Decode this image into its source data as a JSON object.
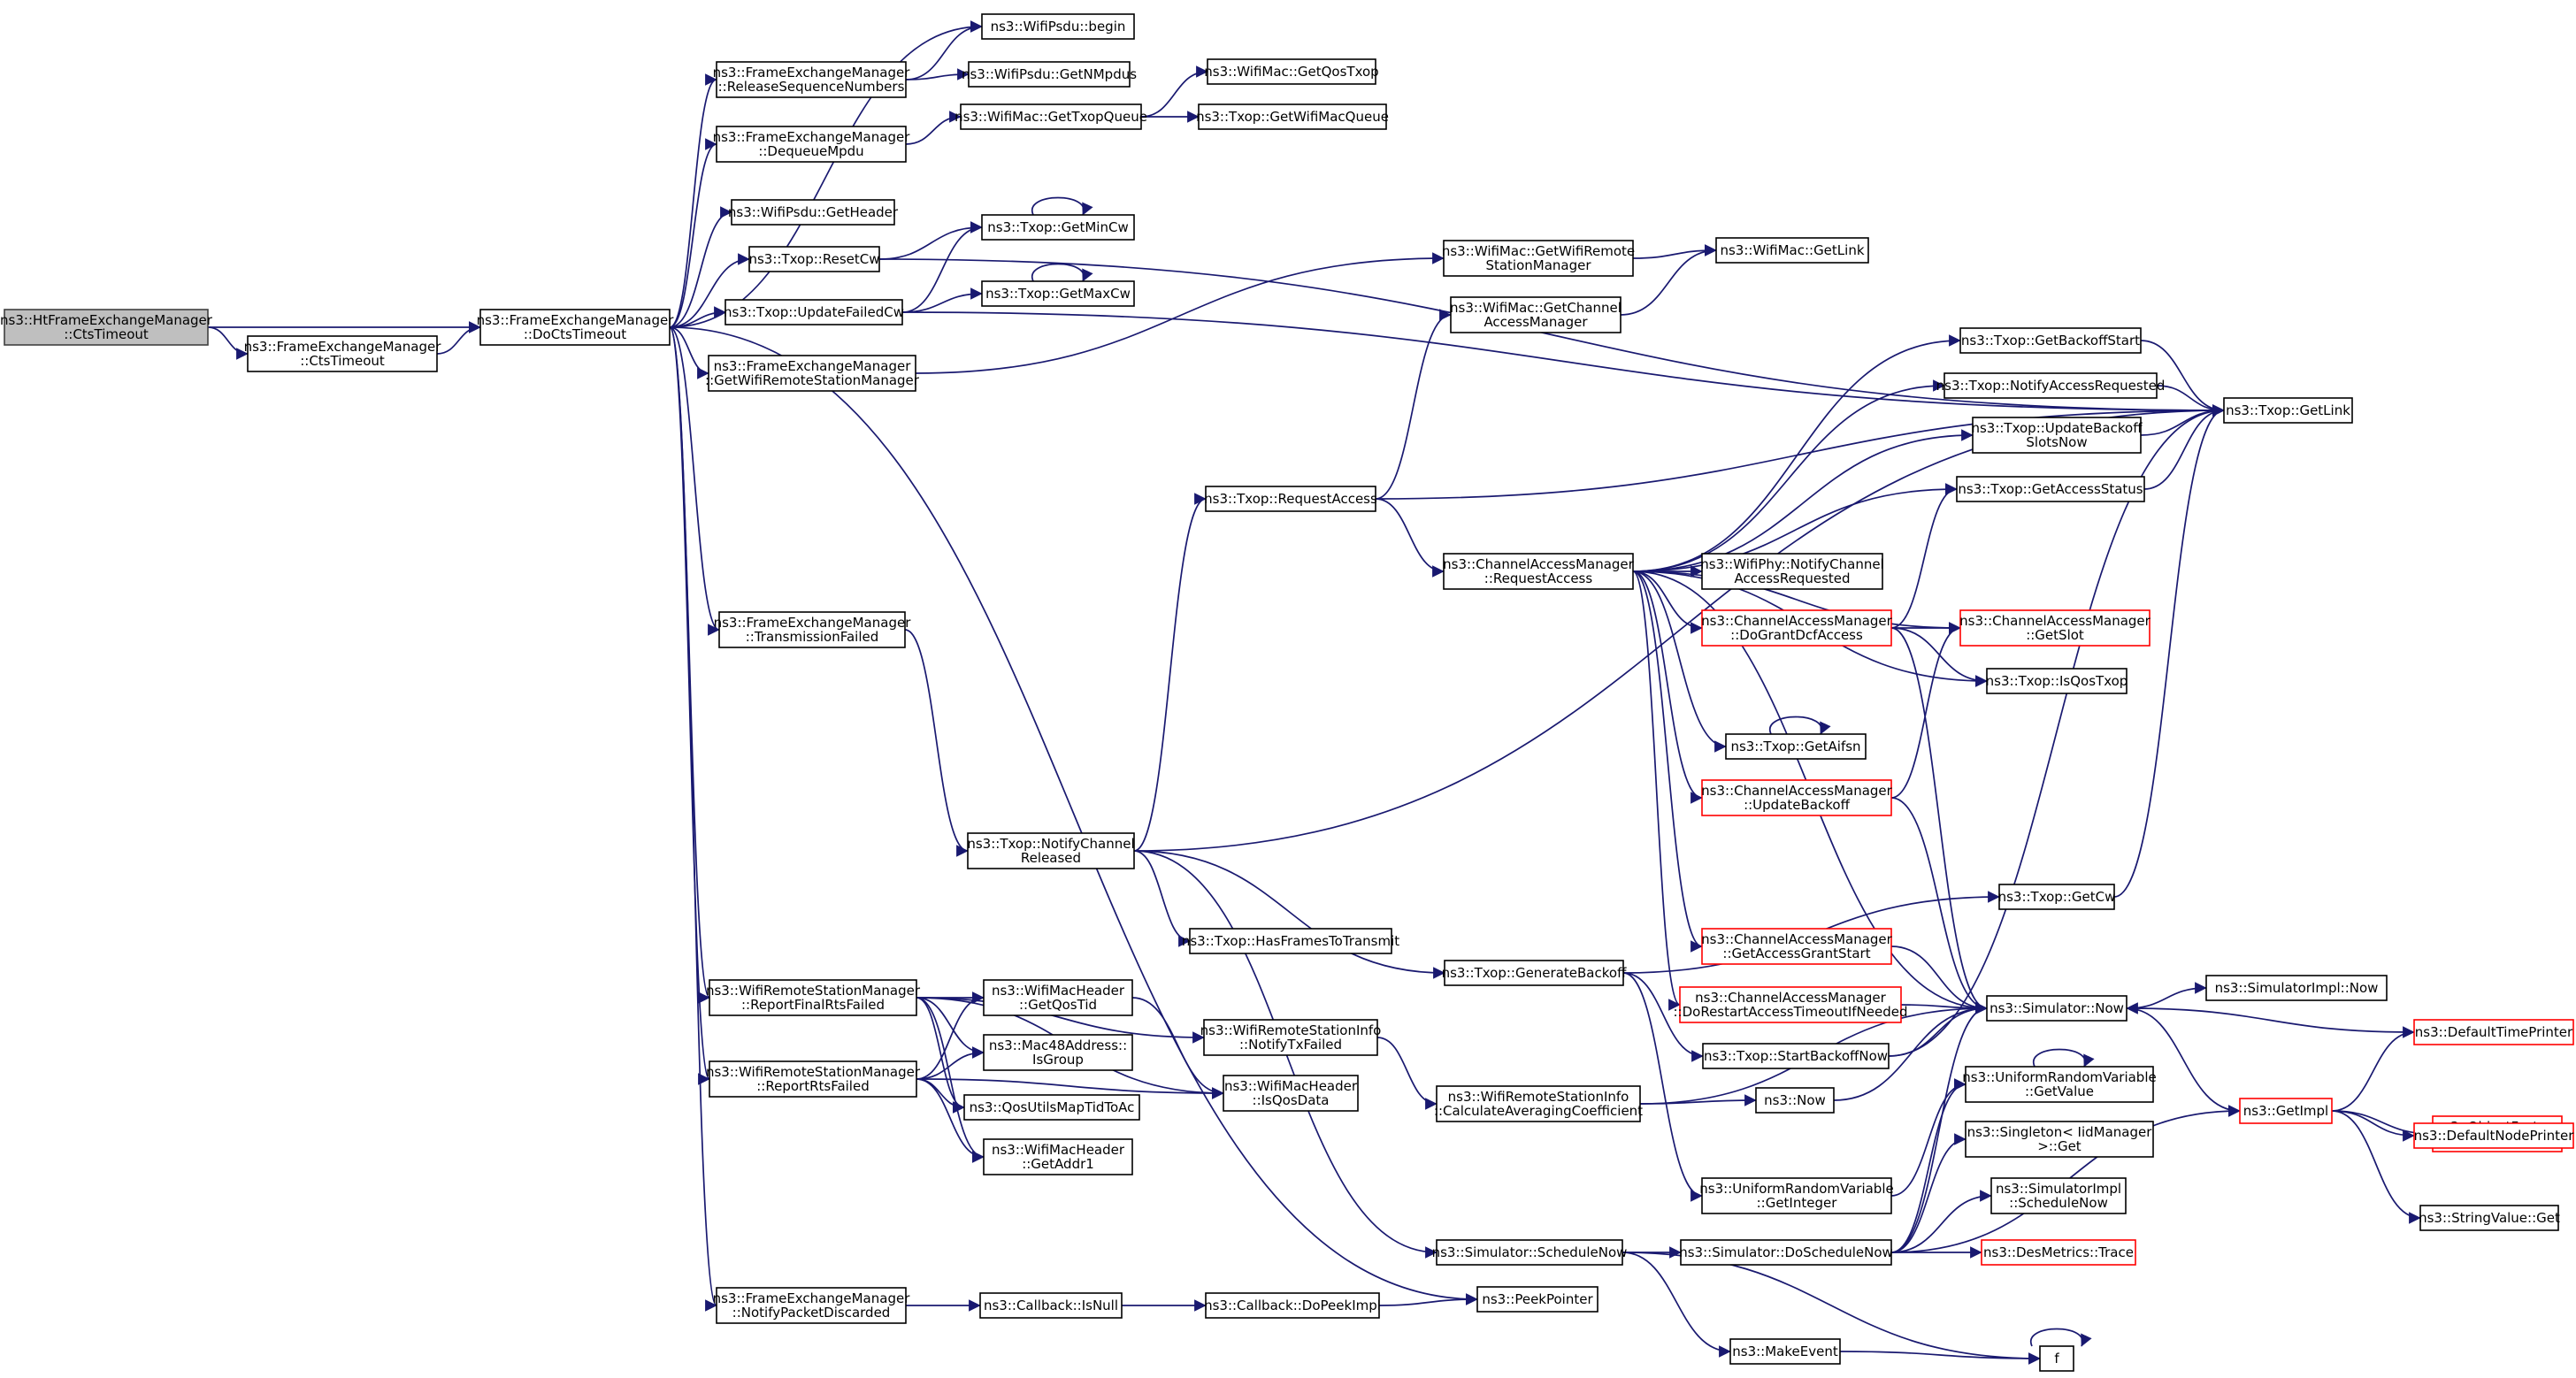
{
  "nodes": [
    {
      "id": "HtCts",
      "lines": [
        "ns3::HtFrameExchangeManager",
        "::CtsTimeout"
      ],
      "root": true
    },
    {
      "id": "FemCts",
      "lines": [
        "ns3::FrameExchangeManager",
        "::CtsTimeout"
      ]
    },
    {
      "id": "DoCts",
      "lines": [
        "ns3::FrameExchangeManager",
        "::DoCtsTimeout"
      ]
    },
    {
      "id": "PsduBegin",
      "lines": [
        "ns3::WifiPsdu::begin"
      ]
    },
    {
      "id": "RelSeq",
      "lines": [
        "ns3::FrameExchangeManager",
        "::ReleaseSequenceNumbers"
      ]
    },
    {
      "id": "GetNMpdus",
      "lines": [
        "ns3::WifiPsdu::GetNMpdus"
      ]
    },
    {
      "id": "GetQosTxop",
      "lines": [
        "ns3::WifiMac::GetQosTxop"
      ]
    },
    {
      "id": "GetTxopQueue",
      "lines": [
        "ns3::WifiMac::GetTxopQueue"
      ]
    },
    {
      "id": "GetWifiMacQueue",
      "lines": [
        "ns3::Txop::GetWifiMacQueue"
      ]
    },
    {
      "id": "DequeueMpdu",
      "lines": [
        "ns3::FrameExchangeManager",
        "::DequeueMpdu"
      ]
    },
    {
      "id": "PsduGetHeader",
      "lines": [
        "ns3::WifiPsdu::GetHeader"
      ]
    },
    {
      "id": "ResetCw",
      "lines": [
        "ns3::Txop::ResetCw"
      ]
    },
    {
      "id": "GetMinCw",
      "lines": [
        "ns3::Txop::GetMinCw"
      ]
    },
    {
      "id": "UpdateFailedCw",
      "lines": [
        "ns3::Txop::UpdateFailedCw"
      ]
    },
    {
      "id": "GetMaxCw",
      "lines": [
        "ns3::Txop::GetMaxCw"
      ]
    },
    {
      "id": "FemGetWRSM",
      "lines": [
        "ns3::FrameExchangeManager",
        "::GetWifiRemoteStationManager"
      ]
    },
    {
      "id": "MacGetWRSM",
      "lines": [
        "ns3::WifiMac::GetWifiRemote",
        "StationManager"
      ]
    },
    {
      "id": "MacGetLink",
      "lines": [
        "ns3::WifiMac::GetLink"
      ]
    },
    {
      "id": "MacGetCAM",
      "lines": [
        "ns3::WifiMac::GetChannel",
        "AccessManager"
      ]
    },
    {
      "id": "TxopGetLink",
      "lines": [
        "ns3::Txop::GetLink"
      ]
    },
    {
      "id": "GetBackoffStart",
      "lines": [
        "ns3::Txop::GetBackoffStart"
      ]
    },
    {
      "id": "NotifyAccessRequested",
      "lines": [
        "ns3::Txop::NotifyAccessRequested"
      ]
    },
    {
      "id": "UpdateBackoffSlotsNow",
      "lines": [
        "ns3::Txop::UpdateBackoff",
        "SlotsNow"
      ]
    },
    {
      "id": "GetAccessStatus",
      "lines": [
        "ns3::Txop::GetAccessStatus"
      ]
    },
    {
      "id": "RequestAccess",
      "lines": [
        "ns3::Txop::RequestAccess"
      ]
    },
    {
      "id": "CamRequestAccess",
      "lines": [
        "ns3::ChannelAccessManager",
        "::RequestAccess"
      ]
    },
    {
      "id": "PhyNotify",
      "lines": [
        "ns3::WifiPhy::NotifyChannel",
        "AccessRequested"
      ]
    },
    {
      "id": "DoGrantDcf",
      "lines": [
        "ns3::ChannelAccessManager",
        "::DoGrantDcfAccess"
      ],
      "red": true
    },
    {
      "id": "CamGetSlot",
      "lines": [
        "ns3::ChannelAccessManager",
        "::GetSlot"
      ],
      "red": true
    },
    {
      "id": "IsQosTxop",
      "lines": [
        "ns3::Txop::IsQosTxop"
      ]
    },
    {
      "id": "TransFailed",
      "lines": [
        "ns3::FrameExchangeManager",
        "::TransmissionFailed"
      ]
    },
    {
      "id": "GetAifsn",
      "lines": [
        "ns3::Txop::GetAifsn"
      ]
    },
    {
      "id": "UpdateBackoff",
      "lines": [
        "ns3::ChannelAccessManager",
        "::UpdateBackoff"
      ],
      "red": true
    },
    {
      "id": "NotifyChanRel",
      "lines": [
        "ns3::Txop::NotifyChannel",
        "Released"
      ]
    },
    {
      "id": "GetCw",
      "lines": [
        "ns3::Txop::GetCw"
      ]
    },
    {
      "id": "HasFrames",
      "lines": [
        "ns3::Txop::HasFramesToTransmit"
      ]
    },
    {
      "id": "GetAccessGrantStart",
      "lines": [
        "ns3::ChannelAccessManager",
        "::GetAccessGrantStart"
      ],
      "red": true
    },
    {
      "id": "GenBackoff",
      "lines": [
        "ns3::Txop::GenerateBackoff"
      ]
    },
    {
      "id": "ReportFinalRts",
      "lines": [
        "ns3::WifiRemoteStationManager",
        "::ReportFinalRtsFailed"
      ]
    },
    {
      "id": "GetQosTid",
      "lines": [
        "ns3::WifiMacHeader",
        "::GetQosTid"
      ]
    },
    {
      "id": "DoRestart",
      "lines": [
        "ns3::ChannelAccessManager",
        "::DoRestartAccessTimeoutIfNeeded"
      ],
      "red": true
    },
    {
      "id": "SimNow",
      "lines": [
        "ns3::Simulator::Now"
      ]
    },
    {
      "id": "SimImplNow",
      "lines": [
        "ns3::SimulatorImpl::Now"
      ]
    },
    {
      "id": "DefaultTimePrinter",
      "lines": [
        "ns3::DefaultTimePrinter"
      ],
      "red": true
    },
    {
      "id": "IsGroup",
      "lines": [
        "ns3::Mac48Address::",
        "IsGroup"
      ]
    },
    {
      "id": "NotifyTxFailed",
      "lines": [
        "ns3::WifiRemoteStationInfo",
        "::NotifyTxFailed"
      ]
    },
    {
      "id": "StartBackoffNow",
      "lines": [
        "ns3::Txop::StartBackoffNow"
      ]
    },
    {
      "id": "ReportRts",
      "lines": [
        "ns3::WifiRemoteStationManager",
        "::ReportRtsFailed"
      ]
    },
    {
      "id": "IsQosData",
      "lines": [
        "ns3::WifiMacHeader",
        "::IsQosData"
      ]
    },
    {
      "id": "URVGetValue",
      "lines": [
        "ns3::UniformRandomVariable",
        "::GetValue"
      ]
    },
    {
      "id": "GetImpl",
      "lines": [
        "ns3::GetImpl"
      ],
      "red": true
    },
    {
      "id": "ObjFactoryCreate",
      "lines": [
        "ns3::ObjectFactory",
        "::Create"
      ],
      "red": true
    },
    {
      "id": "CalcAvg",
      "lines": [
        "ns3::WifiRemoteStationInfo",
        "::CalculateAveragingCoefficient"
      ]
    },
    {
      "id": "Ns3Now",
      "lines": [
        "ns3::Now"
      ]
    },
    {
      "id": "QosUtils",
      "lines": [
        "ns3::QosUtilsMapTidToAc"
      ]
    },
    {
      "id": "SingletonGet",
      "lines": [
        "ns3::Singleton< IidManager",
        ">::Get"
      ]
    },
    {
      "id": "DefaultNodePrinter",
      "lines": [
        "ns3::DefaultNodePrinter"
      ],
      "red": true
    },
    {
      "id": "GetAddr1",
      "lines": [
        "ns3::WifiMacHeader",
        "::GetAddr1"
      ]
    },
    {
      "id": "StringValueGet",
      "lines": [
        "ns3::StringValue::Get"
      ]
    },
    {
      "id": "URVGetInteger",
      "lines": [
        "ns3::UniformRandomVariable",
        "::GetInteger"
      ]
    },
    {
      "id": "SimImplSchedNow",
      "lines": [
        "ns3::SimulatorImpl",
        "::ScheduleNow"
      ]
    },
    {
      "id": "SimScheduleNow",
      "lines": [
        "ns3::Simulator::ScheduleNow"
      ]
    },
    {
      "id": "DoScheduleNow",
      "lines": [
        "ns3::Simulator::DoScheduleNow"
      ]
    },
    {
      "id": "DesTrace",
      "lines": [
        "ns3::DesMetrics::Trace"
      ],
      "red": true
    },
    {
      "id": "NotifyPktDisc",
      "lines": [
        "ns3::FrameExchangeManager",
        "::NotifyPacketDiscarded"
      ]
    },
    {
      "id": "CbIsNull",
      "lines": [
        "ns3::Callback::IsNull"
      ]
    },
    {
      "id": "CbDoPeek",
      "lines": [
        "ns3::Callback::DoPeekImpl"
      ]
    },
    {
      "id": "PeekPointer",
      "lines": [
        "ns3::PeekPointer"
      ]
    },
    {
      "id": "MakeEvent",
      "lines": [
        "ns3::MakeEvent"
      ]
    },
    {
      "id": "F",
      "lines": [
        "f"
      ]
    }
  ],
  "edges": [
    [
      "HtCts",
      "FemCts"
    ],
    [
      "HtCts",
      "DoCts"
    ],
    [
      "FemCts",
      "DoCts"
    ],
    [
      "DoCts",
      "PsduBegin"
    ],
    [
      "DoCts",
      "RelSeq"
    ],
    [
      "DoCts",
      "DequeueMpdu"
    ],
    [
      "DoCts",
      "PsduGetHeader"
    ],
    [
      "DoCts",
      "ResetCw"
    ],
    [
      "DoCts",
      "UpdateFailedCw"
    ],
    [
      "DoCts",
      "FemGetWRSM"
    ],
    [
      "DoCts",
      "TransFailed"
    ],
    [
      "DoCts",
      "ReportFinalRts"
    ],
    [
      "DoCts",
      "ReportRts"
    ],
    [
      "DoCts",
      "NotifyPktDisc"
    ],
    [
      "DoCts",
      "PeekPointer"
    ],
    [
      "RelSeq",
      "PsduBegin"
    ],
    [
      "RelSeq",
      "GetNMpdus"
    ],
    [
      "DequeueMpdu",
      "GetTxopQueue"
    ],
    [
      "GetTxopQueue",
      "GetQosTxop"
    ],
    [
      "GetTxopQueue",
      "GetWifiMacQueue"
    ],
    [
      "ResetCw",
      "GetMinCw"
    ],
    [
      "ResetCw",
      "TxopGetLink"
    ],
    [
      "UpdateFailedCw",
      "GetMinCw"
    ],
    [
      "UpdateFailedCw",
      "GetMaxCw"
    ],
    [
      "UpdateFailedCw",
      "TxopGetLink"
    ],
    [
      "GetMinCw",
      "GetMinCw"
    ],
    [
      "GetMaxCw",
      "GetMaxCw"
    ],
    [
      "FemGetWRSM",
      "MacGetWRSM"
    ],
    [
      "MacGetWRSM",
      "MacGetLink"
    ],
    [
      "MacGetCAM",
      "MacGetLink"
    ],
    [
      "TransFailed",
      "NotifyChanRel"
    ],
    [
      "NotifyChanRel",
      "RequestAccess"
    ],
    [
      "NotifyChanRel",
      "TxopGetLink"
    ],
    [
      "NotifyChanRel",
      "HasFrames"
    ],
    [
      "NotifyChanRel",
      "GenBackoff"
    ],
    [
      "NotifyChanRel",
      "SimScheduleNow"
    ],
    [
      "RequestAccess",
      "MacGetCAM"
    ],
    [
      "RequestAccess",
      "TxopGetLink"
    ],
    [
      "RequestAccess",
      "CamRequestAccess"
    ],
    [
      "CamRequestAccess",
      "GetBackoffStart"
    ],
    [
      "CamRequestAccess",
      "NotifyAccessRequested"
    ],
    [
      "CamRequestAccess",
      "UpdateBackoffSlotsNow"
    ],
    [
      "CamRequestAccess",
      "GetAccessStatus"
    ],
    [
      "CamRequestAccess",
      "CamGetSlot"
    ],
    [
      "CamRequestAccess",
      "PhyNotify"
    ],
    [
      "CamRequestAccess",
      "DoGrantDcf"
    ],
    [
      "CamRequestAccess",
      "IsQosTxop"
    ],
    [
      "CamRequestAccess",
      "GetAifsn"
    ],
    [
      "CamRequestAccess",
      "UpdateBackoff"
    ],
    [
      "CamRequestAccess",
      "GetAccessGrantStart"
    ],
    [
      "CamRequestAccess",
      "DoRestart"
    ],
    [
      "CamRequestAccess",
      "SimNow"
    ],
    [
      "GetBackoffStart",
      "TxopGetLink"
    ],
    [
      "NotifyAccessRequested",
      "TxopGetLink"
    ],
    [
      "UpdateBackoffSlotsNow",
      "TxopGetLink"
    ],
    [
      "GetAccessStatus",
      "TxopGetLink"
    ],
    [
      "DoGrantDcf",
      "GetAccessStatus"
    ],
    [
      "DoGrantDcf",
      "CamGetSlot"
    ],
    [
      "DoGrantDcf",
      "IsQosTxop"
    ],
    [
      "DoGrantDcf",
      "SimNow"
    ],
    [
      "GetAifsn",
      "GetAifsn"
    ],
    [
      "UpdateBackoff",
      "CamGetSlot"
    ],
    [
      "UpdateBackoff",
      "SimNow"
    ],
    [
      "GetAccessGrantStart",
      "SimNow"
    ],
    [
      "DoRestart",
      "SimNow"
    ],
    [
      "GenBackoff",
      "GetCw"
    ],
    [
      "GenBackoff",
      "StartBackoffNow"
    ],
    [
      "GenBackoff",
      "URVGetInteger"
    ],
    [
      "GetCw",
      "TxopGetLink"
    ],
    [
      "StartBackoffNow",
      "SimNow"
    ],
    [
      "StartBackoffNow",
      "TxopGetLink"
    ],
    [
      "SimNow",
      "SimImplNow"
    ],
    [
      "SimNow",
      "GetImpl"
    ],
    [
      "GetImpl",
      "DefaultTimePrinter"
    ],
    [
      "GetImpl",
      "ObjFactoryCreate"
    ],
    [
      "GetImpl",
      "DefaultNodePrinter"
    ],
    [
      "GetImpl",
      "StringValueGet"
    ],
    [
      "DefaultTimePrinter",
      "SimNow"
    ],
    [
      "ReportFinalRts",
      "GetQosTid"
    ],
    [
      "ReportFinalRts",
      "IsGroup"
    ],
    [
      "ReportFinalRts",
      "QosUtils"
    ],
    [
      "ReportFinalRts",
      "GetAddr1"
    ],
    [
      "ReportFinalRts",
      "IsQosData"
    ],
    [
      "ReportFinalRts",
      "NotifyTxFailed"
    ],
    [
      "ReportRts",
      "GetQosTid"
    ],
    [
      "ReportRts",
      "IsGroup"
    ],
    [
      "ReportRts",
      "QosUtils"
    ],
    [
      "ReportRts",
      "GetAddr1"
    ],
    [
      "ReportRts",
      "IsQosData"
    ],
    [
      "GetQosTid",
      "IsQosData"
    ],
    [
      "NotifyTxFailed",
      "CalcAvg"
    ],
    [
      "CalcAvg",
      "Ns3Now"
    ],
    [
      "CalcAvg",
      "SimNow"
    ],
    [
      "Ns3Now",
      "SimNow"
    ],
    [
      "URVGetValue",
      "URVGetValue"
    ],
    [
      "URVGetInteger",
      "URVGetValue"
    ],
    [
      "SimScheduleNow",
      "DoScheduleNow"
    ],
    [
      "SimScheduleNow",
      "MakeEvent"
    ],
    [
      "SimScheduleNow",
      "F"
    ],
    [
      "DoScheduleNow",
      "SimNow"
    ],
    [
      "DoScheduleNow",
      "SingletonGet"
    ],
    [
      "DoScheduleNow",
      "SimImplSchedNow"
    ],
    [
      "DoScheduleNow",
      "DesTrace"
    ],
    [
      "DoScheduleNow",
      "GetImpl"
    ],
    [
      "DoScheduleNow",
      "URVGetValue"
    ],
    [
      "NotifyPktDisc",
      "CbIsNull"
    ],
    [
      "CbIsNull",
      "CbDoPeek"
    ],
    [
      "CbDoPeek",
      "PeekPointer"
    ],
    [
      "MakeEvent",
      "F"
    ],
    [
      "F",
      "F"
    ]
  ]
}
